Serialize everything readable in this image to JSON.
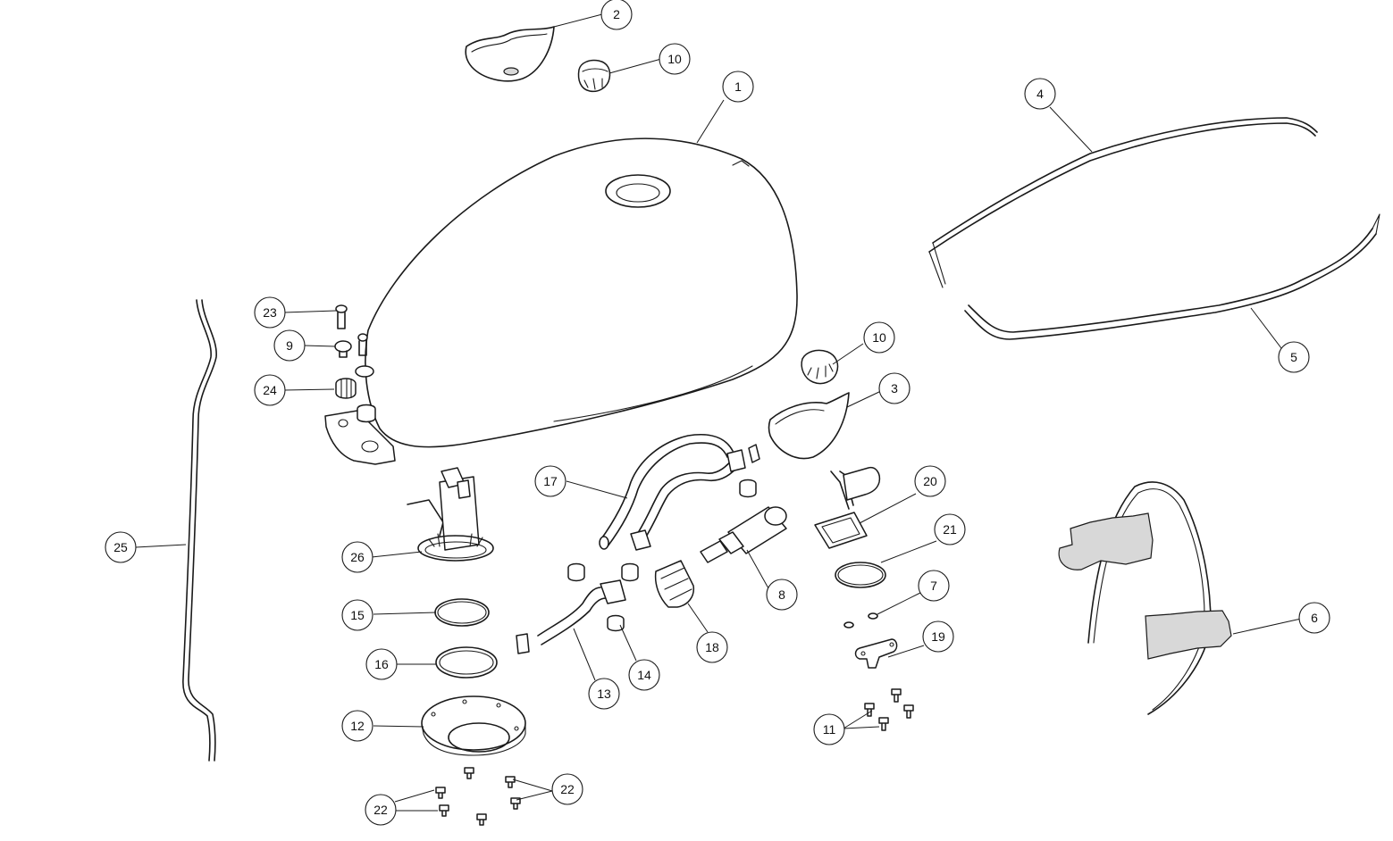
{
  "colors": {
    "line": "#1a1a1a",
    "background": "#ffffff"
  },
  "callouts": [
    {
      "id": "c1",
      "label": "1"
    },
    {
      "id": "c2",
      "label": "2"
    },
    {
      "id": "c3",
      "label": "3"
    },
    {
      "id": "c4",
      "label": "4"
    },
    {
      "id": "c5",
      "label": "5"
    },
    {
      "id": "c6",
      "label": "6"
    },
    {
      "id": "c7",
      "label": "7"
    },
    {
      "id": "c8",
      "label": "8"
    },
    {
      "id": "c9",
      "label": "9"
    },
    {
      "id": "c10a",
      "label": "10"
    },
    {
      "id": "c10b",
      "label": "10"
    },
    {
      "id": "c11",
      "label": "11"
    },
    {
      "id": "c12",
      "label": "12"
    },
    {
      "id": "c13",
      "label": "13"
    },
    {
      "id": "c14",
      "label": "14"
    },
    {
      "id": "c15",
      "label": "15"
    },
    {
      "id": "c16",
      "label": "16"
    },
    {
      "id": "c17",
      "label": "17"
    },
    {
      "id": "c18",
      "label": "18"
    },
    {
      "id": "c19",
      "label": "19"
    },
    {
      "id": "c20",
      "label": "20"
    },
    {
      "id": "c21",
      "label": "21"
    },
    {
      "id": "c22a",
      "label": "22"
    },
    {
      "id": "c22b",
      "label": "22"
    },
    {
      "id": "c23",
      "label": "23"
    },
    {
      "id": "c24",
      "label": "24"
    },
    {
      "id": "c25",
      "label": "25"
    },
    {
      "id": "c26",
      "label": "26"
    }
  ]
}
